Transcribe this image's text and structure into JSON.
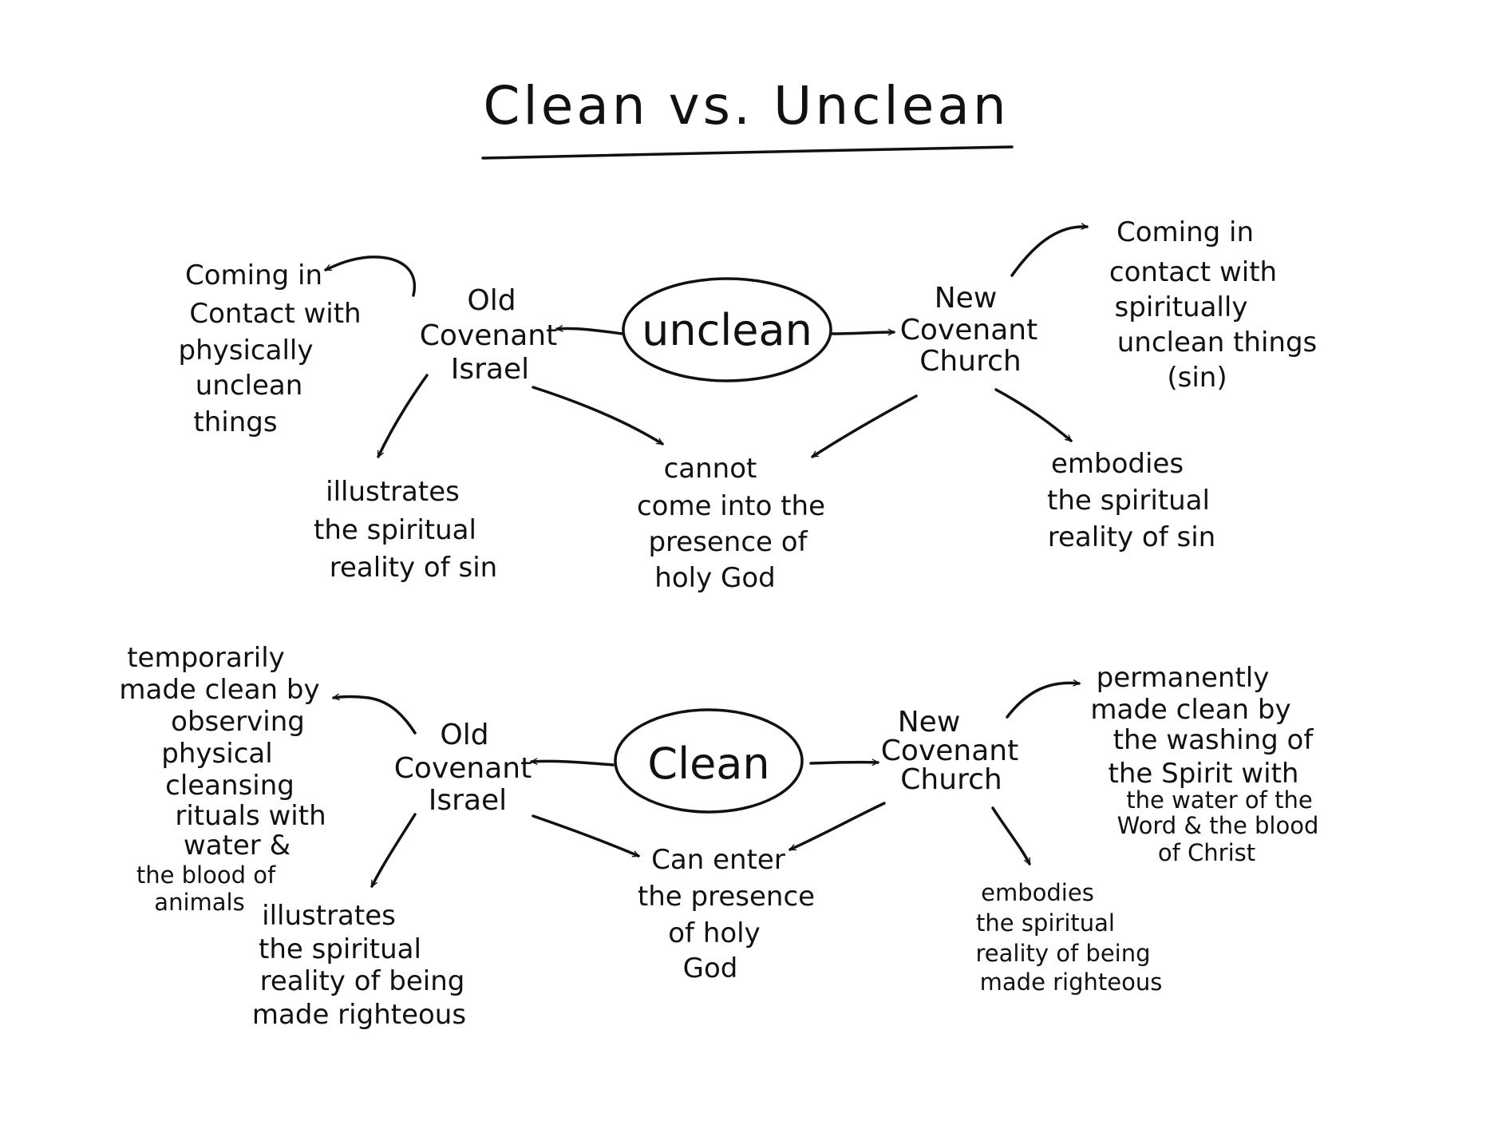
{
  "title": "Clean vs. Unclean",
  "unclean": {
    "center": "unclean",
    "old": [
      "Old",
      "Covenant",
      "Israel"
    ],
    "new": [
      "New",
      "Covenant",
      "Church"
    ],
    "old_contact": [
      "Coming in",
      "Contact with",
      "physically",
      "unclean",
      "things"
    ],
    "old_illustrates": [
      "illustrates",
      "the spiritual",
      "reality of sin"
    ],
    "shared": [
      "cannot",
      "come into the",
      "presence of",
      "holy God"
    ],
    "new_contact": [
      "Coming in",
      "contact with",
      "spiritually",
      "unclean things",
      "(sin)"
    ],
    "new_embodies": [
      "embodies",
      "the spiritual",
      "reality of sin"
    ]
  },
  "clean": {
    "center": "Clean",
    "old": [
      "Old",
      "Covenant",
      "Israel"
    ],
    "new": [
      "New",
      "Covenant",
      "Church"
    ],
    "old_made_clean": [
      "temporarily",
      "made clean by",
      "observing",
      "physical",
      "cleansing",
      "rituals with",
      "water &",
      "the blood of",
      "animals"
    ],
    "old_illustrates": [
      "illustrates",
      "the spiritual",
      "reality of being",
      "made righteous"
    ],
    "shared": [
      "Can enter",
      "the presence",
      "of holy",
      "God"
    ],
    "new_made_clean": [
      "permanently",
      "made clean by",
      "the washing of",
      "the Spirit with",
      "the water of the",
      "Word & the blood",
      "of Christ"
    ],
    "new_embodies": [
      "embodies",
      "the spiritual",
      "reality of being",
      "made righteous"
    ]
  }
}
